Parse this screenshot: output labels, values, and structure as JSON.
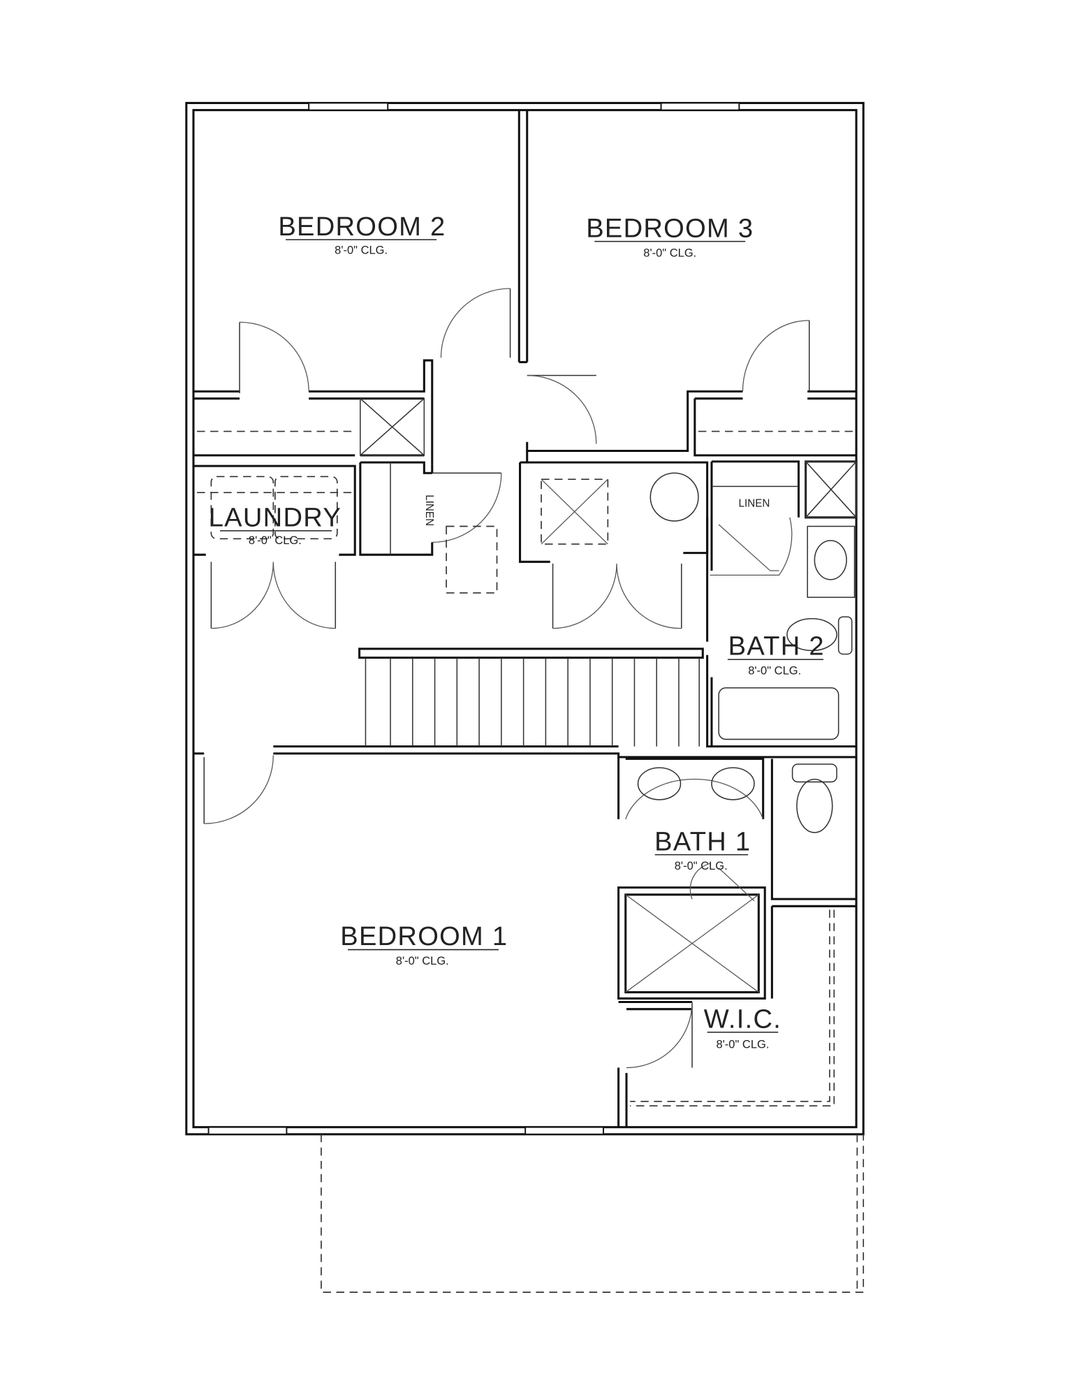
{
  "rooms": {
    "bedroom2": {
      "name": "BEDROOM 2",
      "ceiling": "8'-0\" CLG."
    },
    "bedroom3": {
      "name": "BEDROOM 3",
      "ceiling": "8'-0\" CLG."
    },
    "laundry": {
      "name": "LAUNDRY",
      "ceiling": "8'-0\" CLG."
    },
    "bath2": {
      "name": "BATH 2",
      "ceiling": "8'-0\" CLG."
    },
    "bath1": {
      "name": "BATH 1",
      "ceiling": "8'-0\" CLG."
    },
    "bedroom1": {
      "name": "BEDROOM 1",
      "ceiling": "8'-0\" CLG."
    },
    "wic": {
      "name": "W.I.C.",
      "ceiling": "8'-0\" CLG."
    }
  },
  "closets": {
    "linen_left": "LINEN",
    "linen_right": "LINEN"
  }
}
